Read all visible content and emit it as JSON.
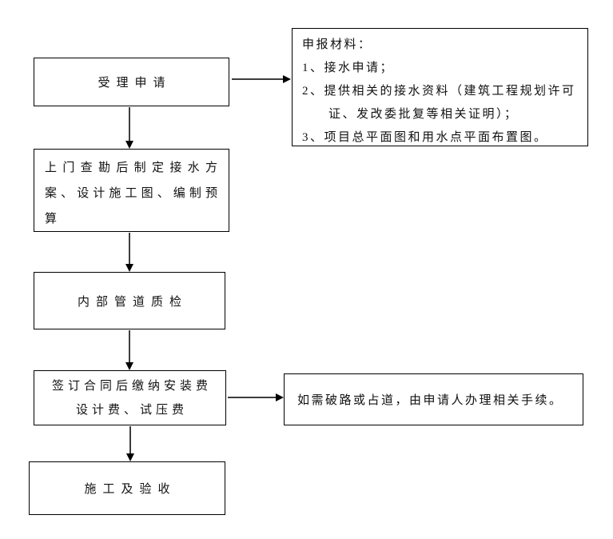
{
  "flowchart": {
    "steps": [
      {
        "label": "受理申请"
      },
      {
        "lines": [
          "上门查勘后制定接水方",
          "案、设计施工图、编制预",
          "算"
        ]
      },
      {
        "label": "内部管道质检"
      },
      {
        "lines": [
          "签订合同后缴纳安装费",
          "设计费、试压费"
        ]
      },
      {
        "label": "施工及验收"
      }
    ],
    "materials_note": {
      "title": "申报材料：",
      "items": [
        "1、接水申请；",
        "2、提供相关的接水资料（建筑工程规划许可证、发改委批复等相关证明）；",
        "3、项目总平面图和用水点平面布置图。"
      ]
    },
    "road_note": "如需破路或占道，由申请人办理相关手续。",
    "colors": {
      "border": "#000000",
      "arrow_line": "#3d3d3d",
      "arrowhead": "#000000",
      "text": "#111111",
      "background": "#ffffff"
    }
  }
}
